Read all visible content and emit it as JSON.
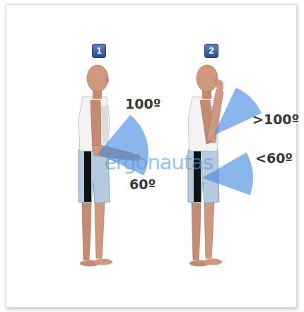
{
  "diagram": {
    "nodes": [
      {
        "text": [
          "1"
        ]
      },
      {
        "text": [
          "2"
        ]
      }
    ],
    "labels": [
      "100º",
      "60º",
      ">100º",
      "<60º",
      "ergonautas"
    ]
  }
}
